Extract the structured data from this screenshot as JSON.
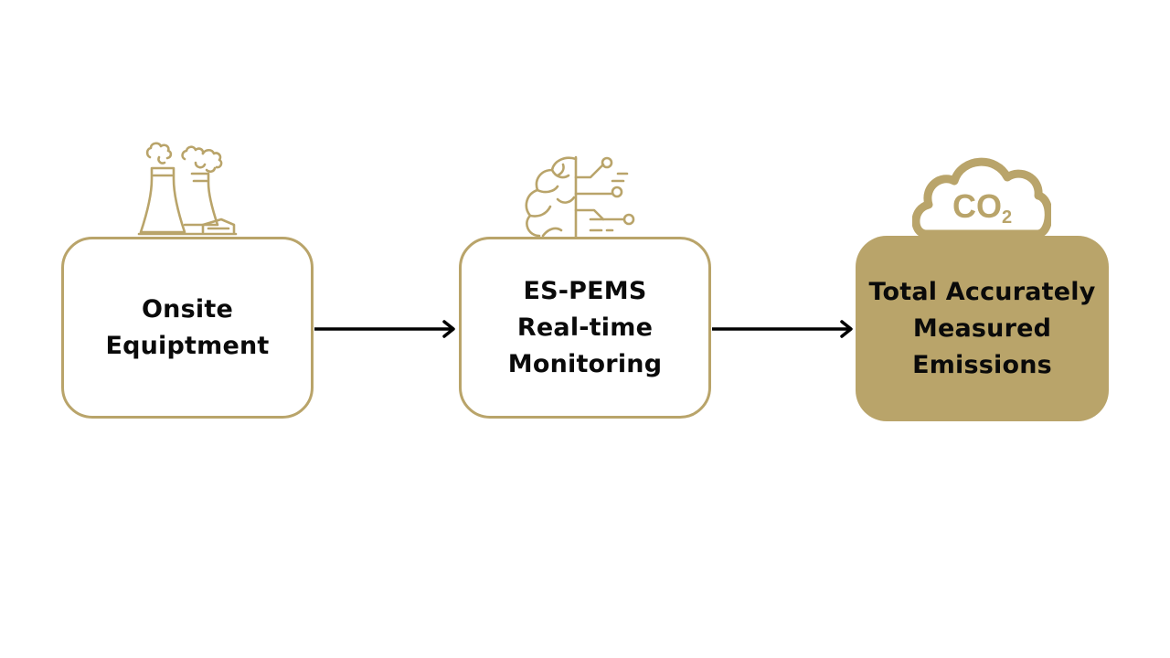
{
  "colors": {
    "accent": "#b9a46a",
    "text": "#0a0a0a",
    "arrow": "#000000",
    "background": "#ffffff"
  },
  "nodes": [
    {
      "icon": "factory-icon",
      "lines": [
        "Onsite",
        "Equiptment"
      ],
      "style": "outline"
    },
    {
      "icon": "brain-circuit-icon",
      "lines": [
        "ES-PEMS",
        "Real-time",
        "Monitoring"
      ],
      "style": "outline"
    },
    {
      "icon": "co2-cloud-icon",
      "lines": [
        "Total Accurately",
        "Measured",
        "Emissions"
      ],
      "style": "filled"
    }
  ],
  "co2_icon": {
    "main": "CO",
    "subscript": "2"
  },
  "edges": [
    {
      "from": 0,
      "to": 1
    },
    {
      "from": 1,
      "to": 2
    }
  ]
}
